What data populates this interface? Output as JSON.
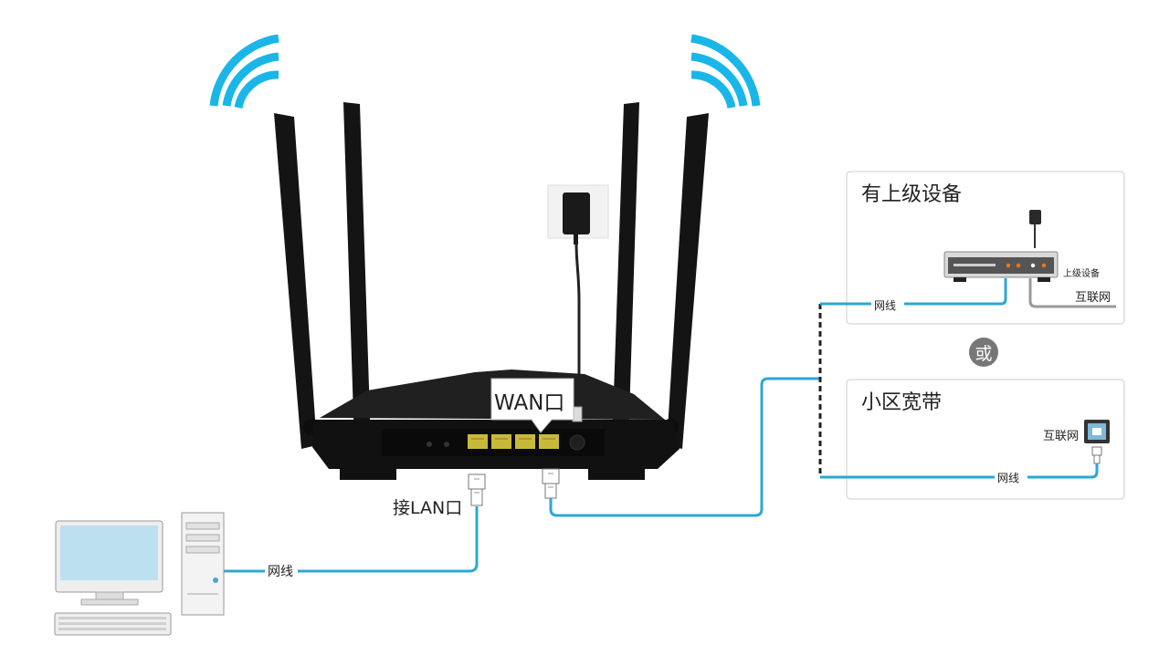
{
  "labels": {
    "wan_port": "WAN口",
    "lan_port": "接LAN口",
    "cable_pc": "网线",
    "panel_top_title": "有上级设备",
    "upstream_device": "上级设备",
    "cable_top": "网线",
    "internet_top": "互联网",
    "or_separator": "或",
    "panel_bottom_title": "小区宽带",
    "internet_bottom": "互联网",
    "cable_bottom": "网线"
  },
  "colors": {
    "cable": "#2ba8d4",
    "wifi": "#1ab6e8",
    "router": "#121212",
    "lan_port": "#c9b93a",
    "panel_border": "#cccccc",
    "or_badge": "#777777"
  },
  "icons": [
    "wifi-icon",
    "power-adapter-icon",
    "rj45-plug-icon",
    "desktop-pc-icon",
    "modem-icon",
    "wall-socket-icon"
  ]
}
